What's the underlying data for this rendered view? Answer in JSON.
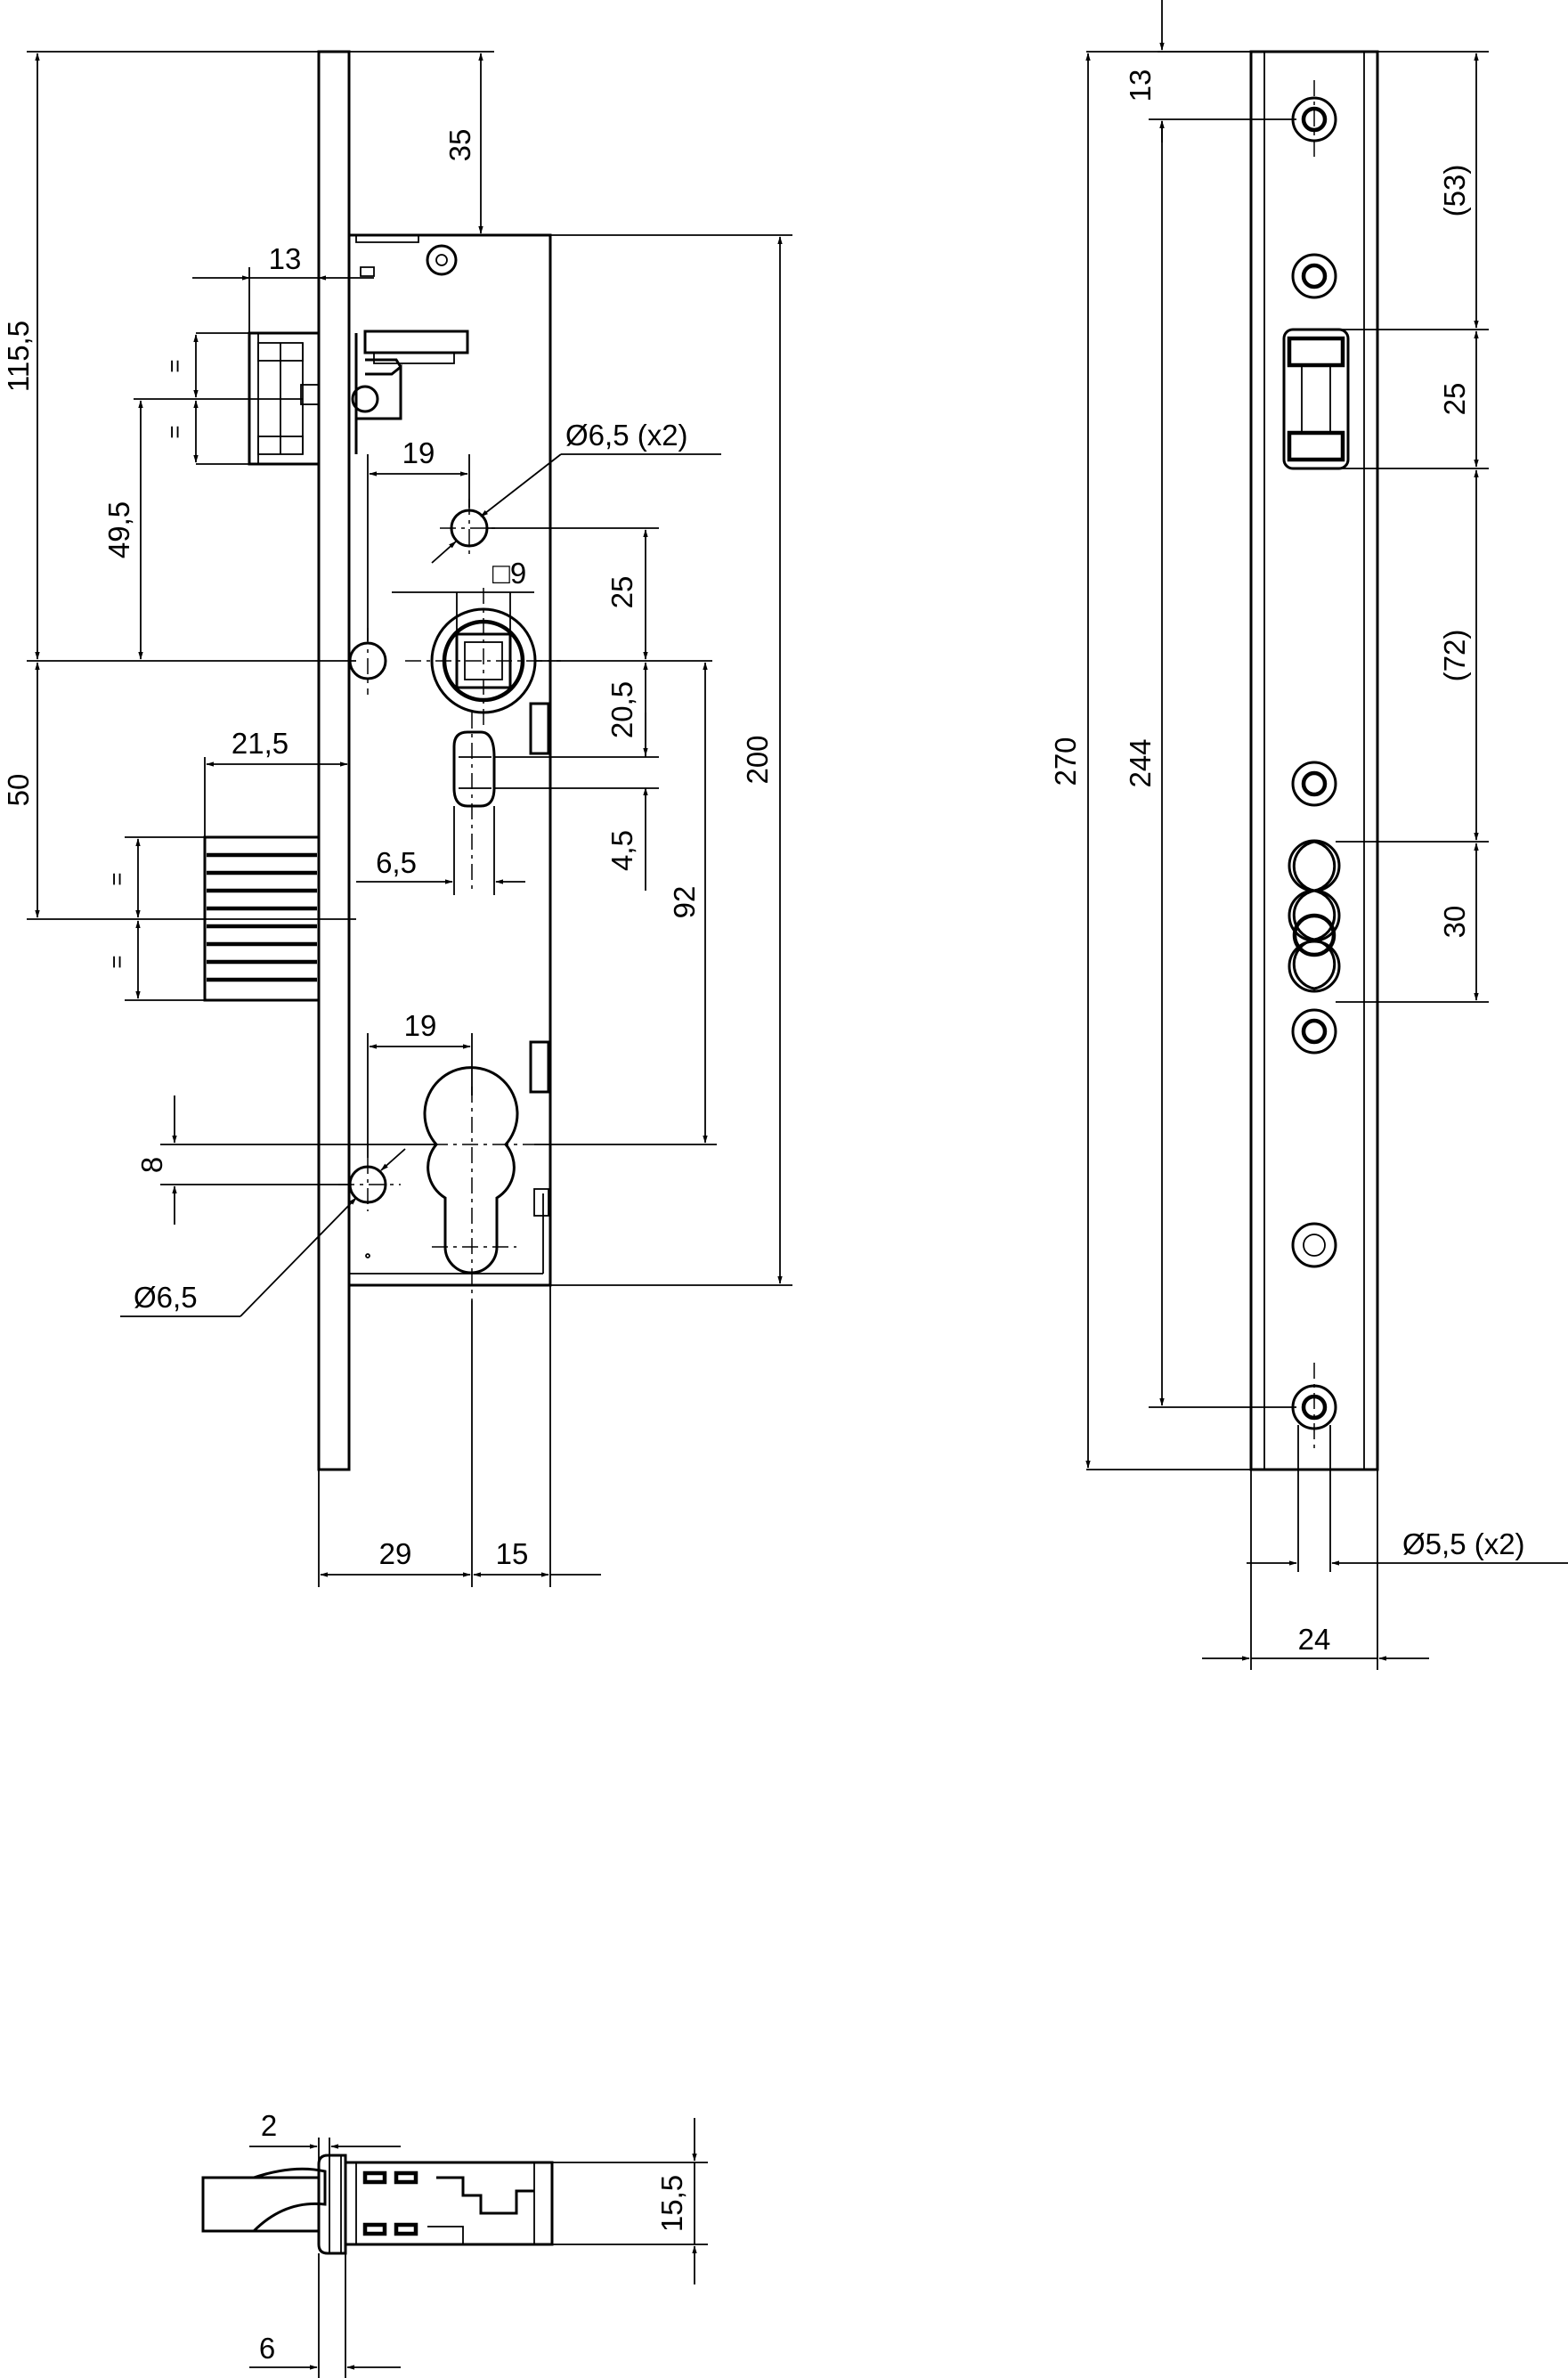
{
  "front_view": {
    "dims": {
      "d115_5": "115,5",
      "d35": "35",
      "d13": "13",
      "d49_5": "49,5",
      "eq1": "=",
      "eq2": "=",
      "eq3": "=",
      "eq4": "=",
      "d19_top": "19",
      "d6_5x2": "Ø6,5 (x2)",
      "sq9": "□9",
      "d25": "25",
      "d20_5": "20,5",
      "d200": "200",
      "d50": "50",
      "d21_5": "21,5",
      "d4_5": "4,5",
      "d6_5": "6,5",
      "d92": "92",
      "d19_bot": "19",
      "d8": "8",
      "d6_5_hole": "Ø6,5",
      "d29": "29",
      "d15": "15"
    }
  },
  "side_view": {
    "dims": {
      "d13": "13",
      "d53": "(53)",
      "d25": "25",
      "d72": "(72)",
      "d270": "270",
      "d244": "244",
      "d30": "30",
      "d5_5x2": "Ø5,5 (x2)",
      "d24": "24"
    }
  },
  "bottom_view": {
    "dims": {
      "d2": "2",
      "d15_5": "15,5",
      "d6": "6"
    }
  }
}
